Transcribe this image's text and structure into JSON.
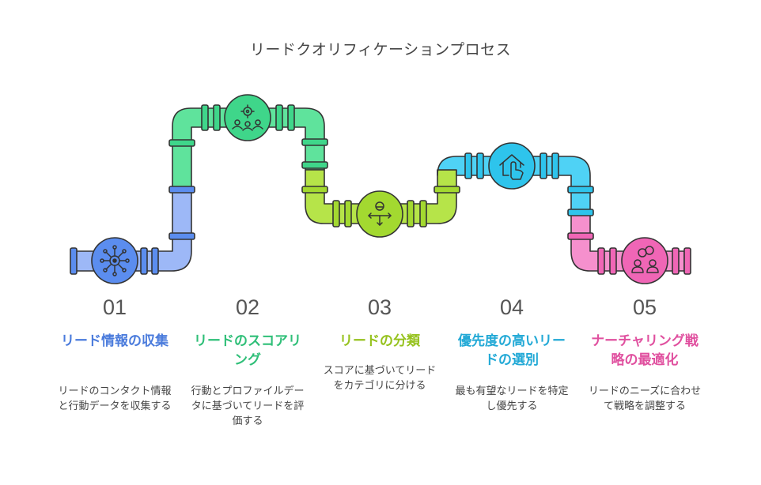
{
  "title": "リードクオリフィケーションプロセス",
  "colors": {
    "blue": "#5b8def",
    "green": "#3fd68a",
    "lime": "#a3d930",
    "cyan": "#2ec4ec",
    "pink": "#f066b6",
    "stroke": "#333333"
  },
  "steps": [
    {
      "num": "01",
      "title": "リード情報の収集",
      "desc": "リードのコンタクト情報と行動データを収集する",
      "icon": "network-eye-icon",
      "color": "#4a7bdc"
    },
    {
      "num": "02",
      "title": "リードのスコアリング",
      "desc": "行動とプロファイルデータに基づいてリードを評価する",
      "icon": "gear-team-icon",
      "color": "#2fbf78"
    },
    {
      "num": "03",
      "title": "リードの分類",
      "desc": "スコアに基づいてリードをカテゴリに分ける",
      "icon": "person-arrows-icon",
      "color": "#96c21e"
    },
    {
      "num": "04",
      "title": "優先度の高いリードの選別",
      "desc": "最も有望なリードを特定し優先する",
      "icon": "home-hand-icon",
      "color": "#22a9d6"
    },
    {
      "num": "05",
      "title": "ナーチャリング戦略の最適化",
      "desc": "リードのニーズに合わせて戦略を調整する",
      "icon": "people-chat-icon",
      "color": "#e0509f"
    }
  ]
}
